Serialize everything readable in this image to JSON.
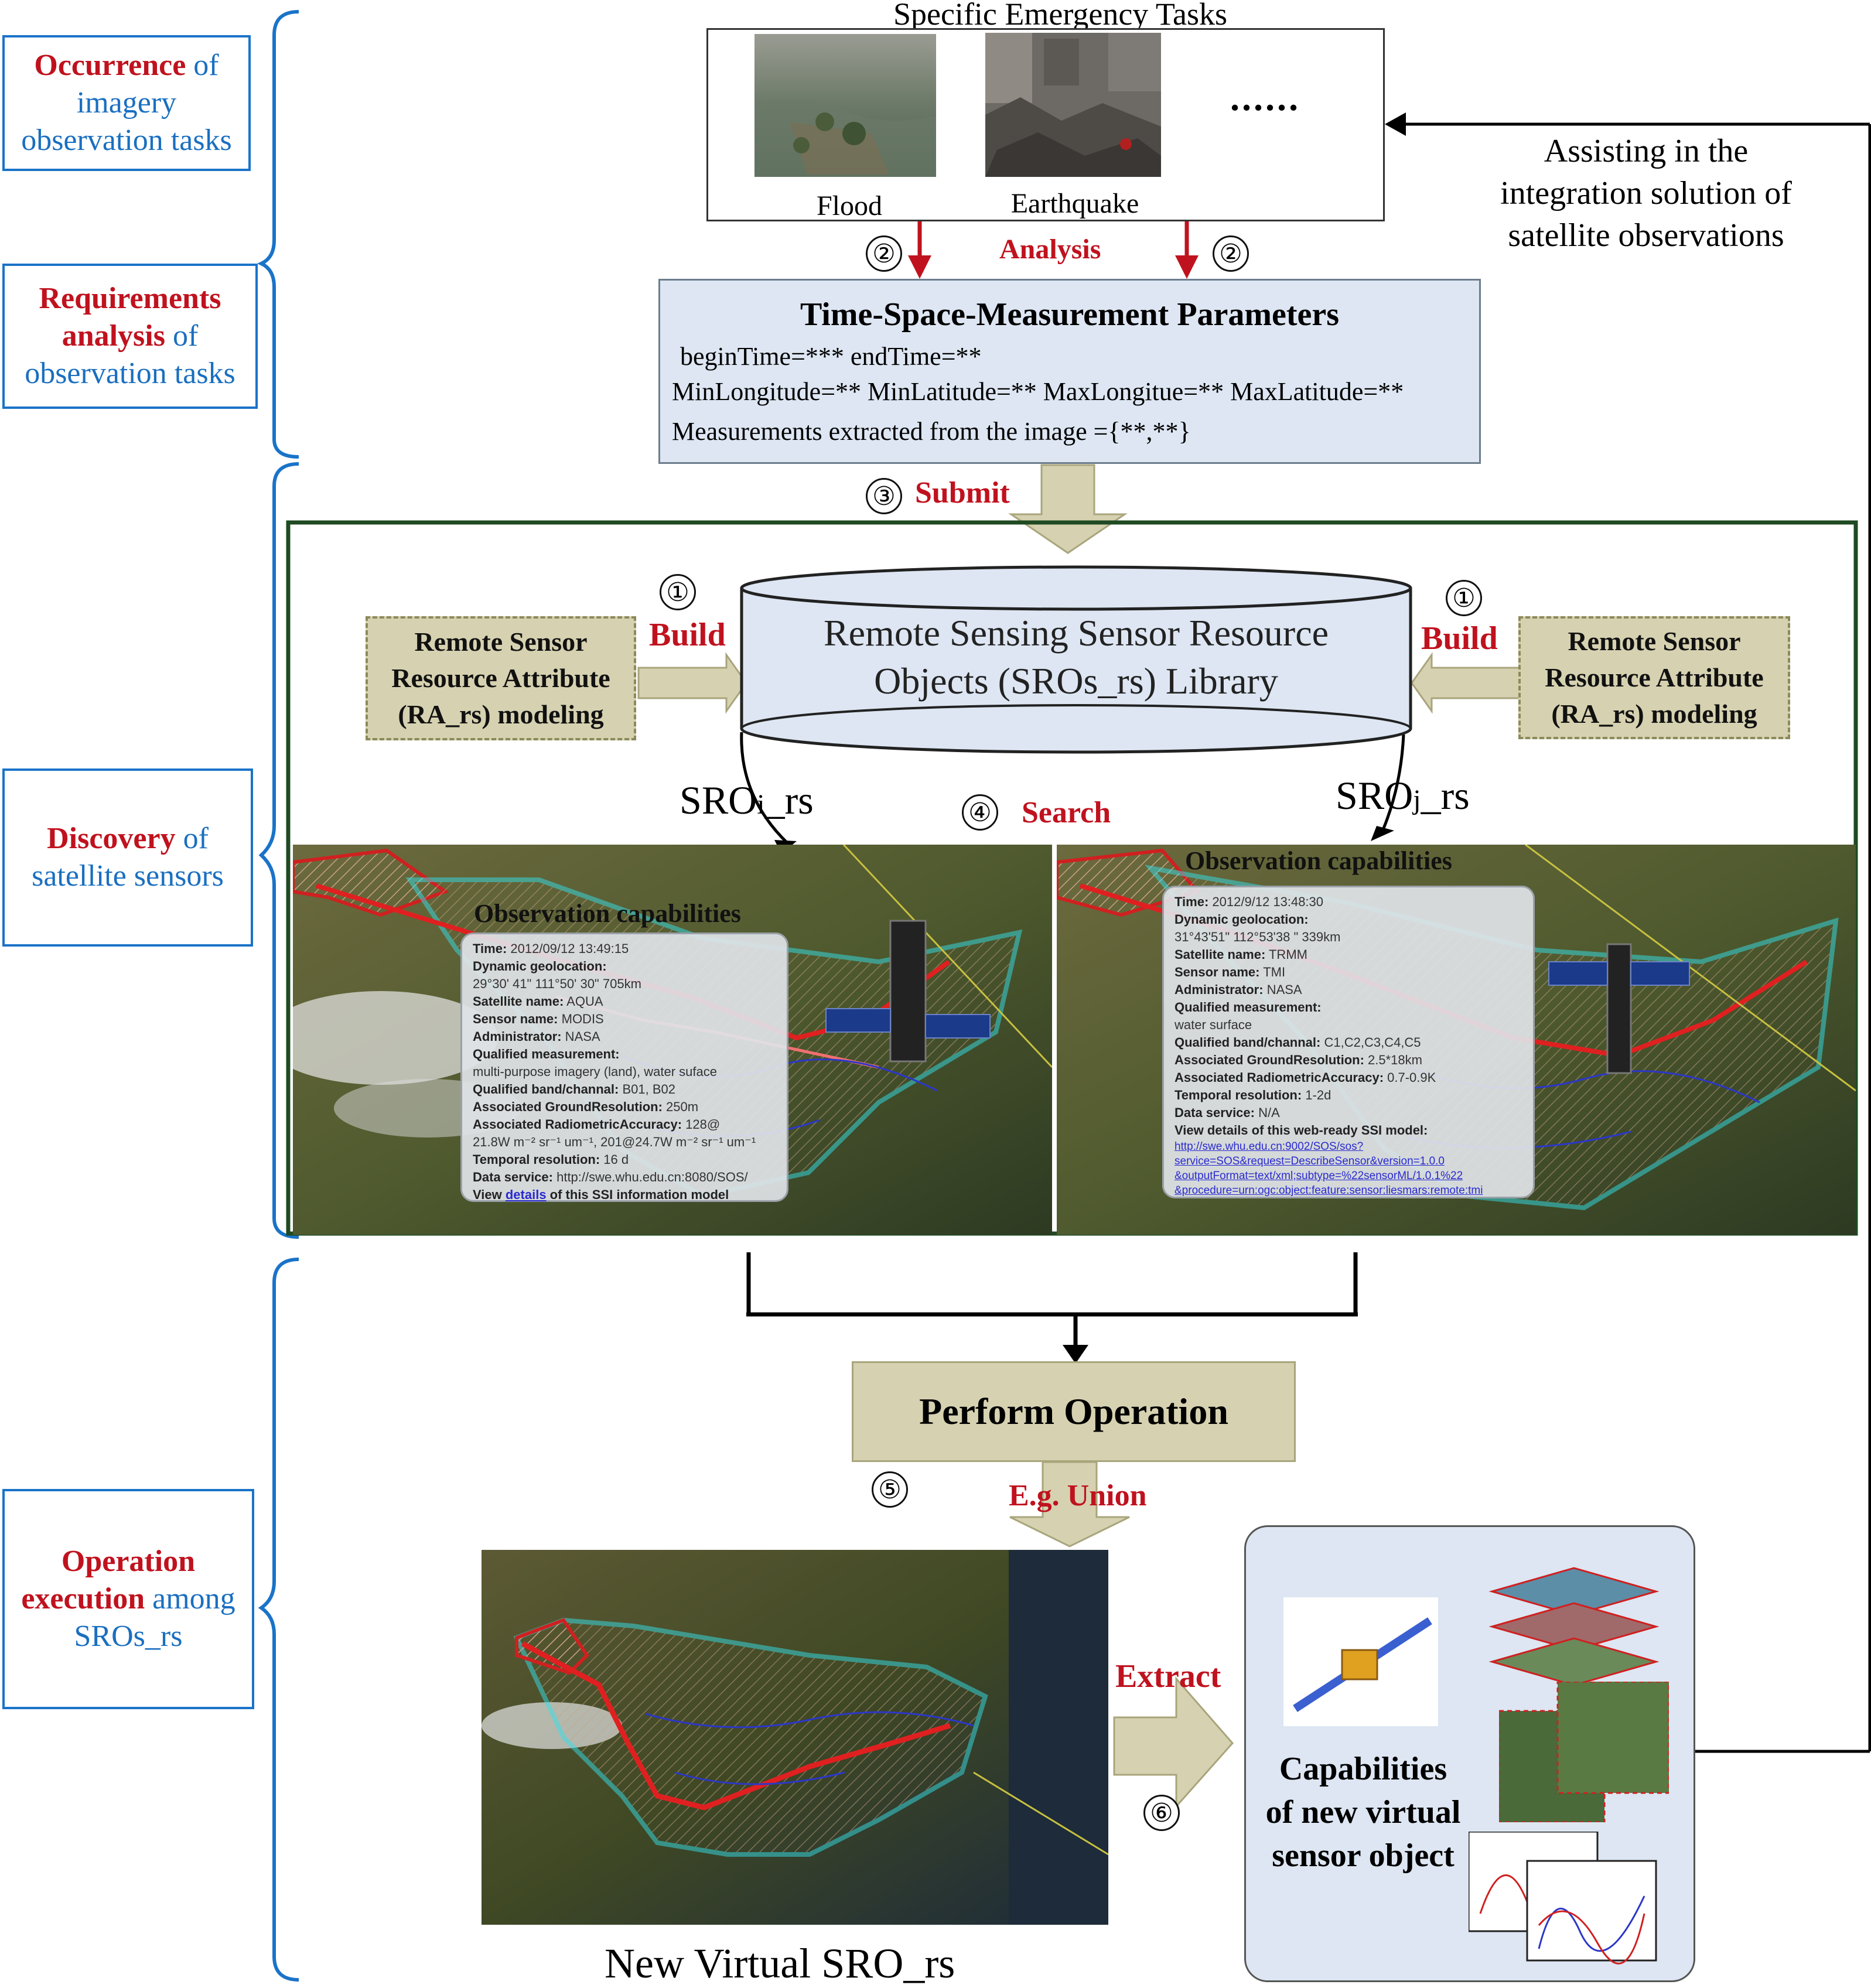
{
  "stages": [
    {
      "red": "Occurrence",
      "rest_lines": [
        " of",
        "imagery",
        "observation tasks"
      ]
    },
    {
      "red": "Requirements",
      "red2": "analysis",
      "rest_lines": [
        " of",
        "observation tasks"
      ]
    },
    {
      "red": "Discovery",
      "rest_lines": [
        " of",
        "satellite sensors"
      ]
    },
    {
      "red": "Operation",
      "red2": "execution",
      "rest_lines": [
        " among",
        "SROs_rs"
      ]
    }
  ],
  "tasks": {
    "title": "Specific Emergency Tasks",
    "items": [
      "Flood",
      "Earthquake"
    ],
    "more": "......"
  },
  "analysis_label": "Analysis",
  "step_numbers": [
    "①",
    "②",
    "③",
    "④",
    "⑤",
    "⑥"
  ],
  "feedback_text": [
    "Assisting in the",
    "integration solution of",
    "satellite observations"
  ],
  "params": {
    "title": "Time-Space-Measurement Parameters",
    "line1": "beginTime=*** endTime=**",
    "line2": "MinLongitude=** MinLatitude=** MaxLongitue=** MaxLatitude=**",
    "line3": "Measurements extracted from the image ={**,**}"
  },
  "submit_label": "Submit",
  "build_label": "Build",
  "search_label": "Search",
  "library": {
    "line1": "Remote Sensing Sensor Resource",
    "line2": "Objects (SROs_rs) Library"
  },
  "ra_model": {
    "lines": [
      "Remote Sensor",
      "Resource Attribute",
      "(RA_rs) modeling"
    ]
  },
  "sro_i": {
    "base": "SRO",
    "sub": "i",
    "suffix": "_rs"
  },
  "sro_j": {
    "base": "SRO",
    "sub": "j",
    "suffix": "_rs"
  },
  "popup_left": {
    "title": "Observation capabilities",
    "rows": [
      {
        "k": "Time:",
        "v": " 2012/09/12 13:49:15"
      },
      {
        "k": "Dynamic geolocation:",
        "v": ""
      },
      {
        "k": "",
        "v": "29°30' 41\"  111°50' 30\"  705km"
      },
      {
        "k": "Satellite name:",
        "v": " AQUA"
      },
      {
        "k": "Sensor name:",
        "v": " MODIS"
      },
      {
        "k": "Administrator:",
        "v": " NASA"
      },
      {
        "k": "Qualified measurement:",
        "v": ""
      },
      {
        "k": "",
        "v": "multi-purpose imagery (land), water suface"
      },
      {
        "k": "Qualified band/channal:",
        "v": " B01, B02"
      },
      {
        "k": "Associated GroundResolution:",
        "v": " 250m"
      },
      {
        "k": "Associated RadiometricAccuracy:",
        "v": " 128@"
      },
      {
        "k": "",
        "v": "21.8W m⁻² sr⁻¹ um⁻¹, 201@24.7W m⁻² sr⁻¹ um⁻¹"
      },
      {
        "k": "Temporal resolution:",
        "v": " 16 d"
      },
      {
        "k": "Data service:",
        "v": " http://swe.whu.edu.cn:8080/SOS/"
      }
    ],
    "view_prefix": "View ",
    "view_link": "details",
    "view_suffix": " of this SSI information model"
  },
  "popup_right": {
    "title": "Observation capabilities",
    "rows": [
      {
        "k": "Time:",
        "v": " 2012/9/12 13:48:30"
      },
      {
        "k": "Dynamic geolocation:",
        "v": ""
      },
      {
        "k": "",
        "v": "31°43'51\"   112°53'38 \"   339km"
      },
      {
        "k": "Satellite name:",
        "v": " TRMM"
      },
      {
        "k": "Sensor name:",
        "v": " TMI"
      },
      {
        "k": "Administrator:",
        "v": " NASA"
      },
      {
        "k": "Qualified measurement:",
        "v": ""
      },
      {
        "k": "",
        "v": "water surface"
      },
      {
        "k": "Qualified band/channal:",
        "v": " C1,C2,C3,C4,C5"
      },
      {
        "k": "Associated GroundResolution:",
        "v": " 2.5*18km"
      },
      {
        "k": "Associated RadiometricAccuracy:",
        "v": " 0.7-0.9K"
      },
      {
        "k": "Temporal resolution:",
        "v": " 1-2d"
      },
      {
        "k": "Data service:",
        "v": " N/A"
      },
      {
        "k": "View details of this web-ready SSI model:",
        "v": ""
      }
    ],
    "links": [
      "http://swe.whu.edu.cn:9002/SOS/sos?",
      "service=SOS&request=DescribeSensor&version=1.0.0",
      "&outputFormat=text/xml;subtype=%22sensorML/1.0.1%22",
      "&procedure=urn:ogc:object:feature:sensor:liesmars:remote:tmi"
    ]
  },
  "perform_operation": "Perform Operation",
  "union_label": "E.g. Union",
  "extract_label": "Extract",
  "new_virtual": "New Virtual SRO_rs",
  "capabilities": [
    "Capabilities",
    "of new virtual",
    "sensor object"
  ],
  "colors": {
    "stage_blue": "#1a73c8",
    "label_red": "#c0121e",
    "frame_green": "#1f4a22",
    "arrow_khaki": "#d6d1b0"
  }
}
